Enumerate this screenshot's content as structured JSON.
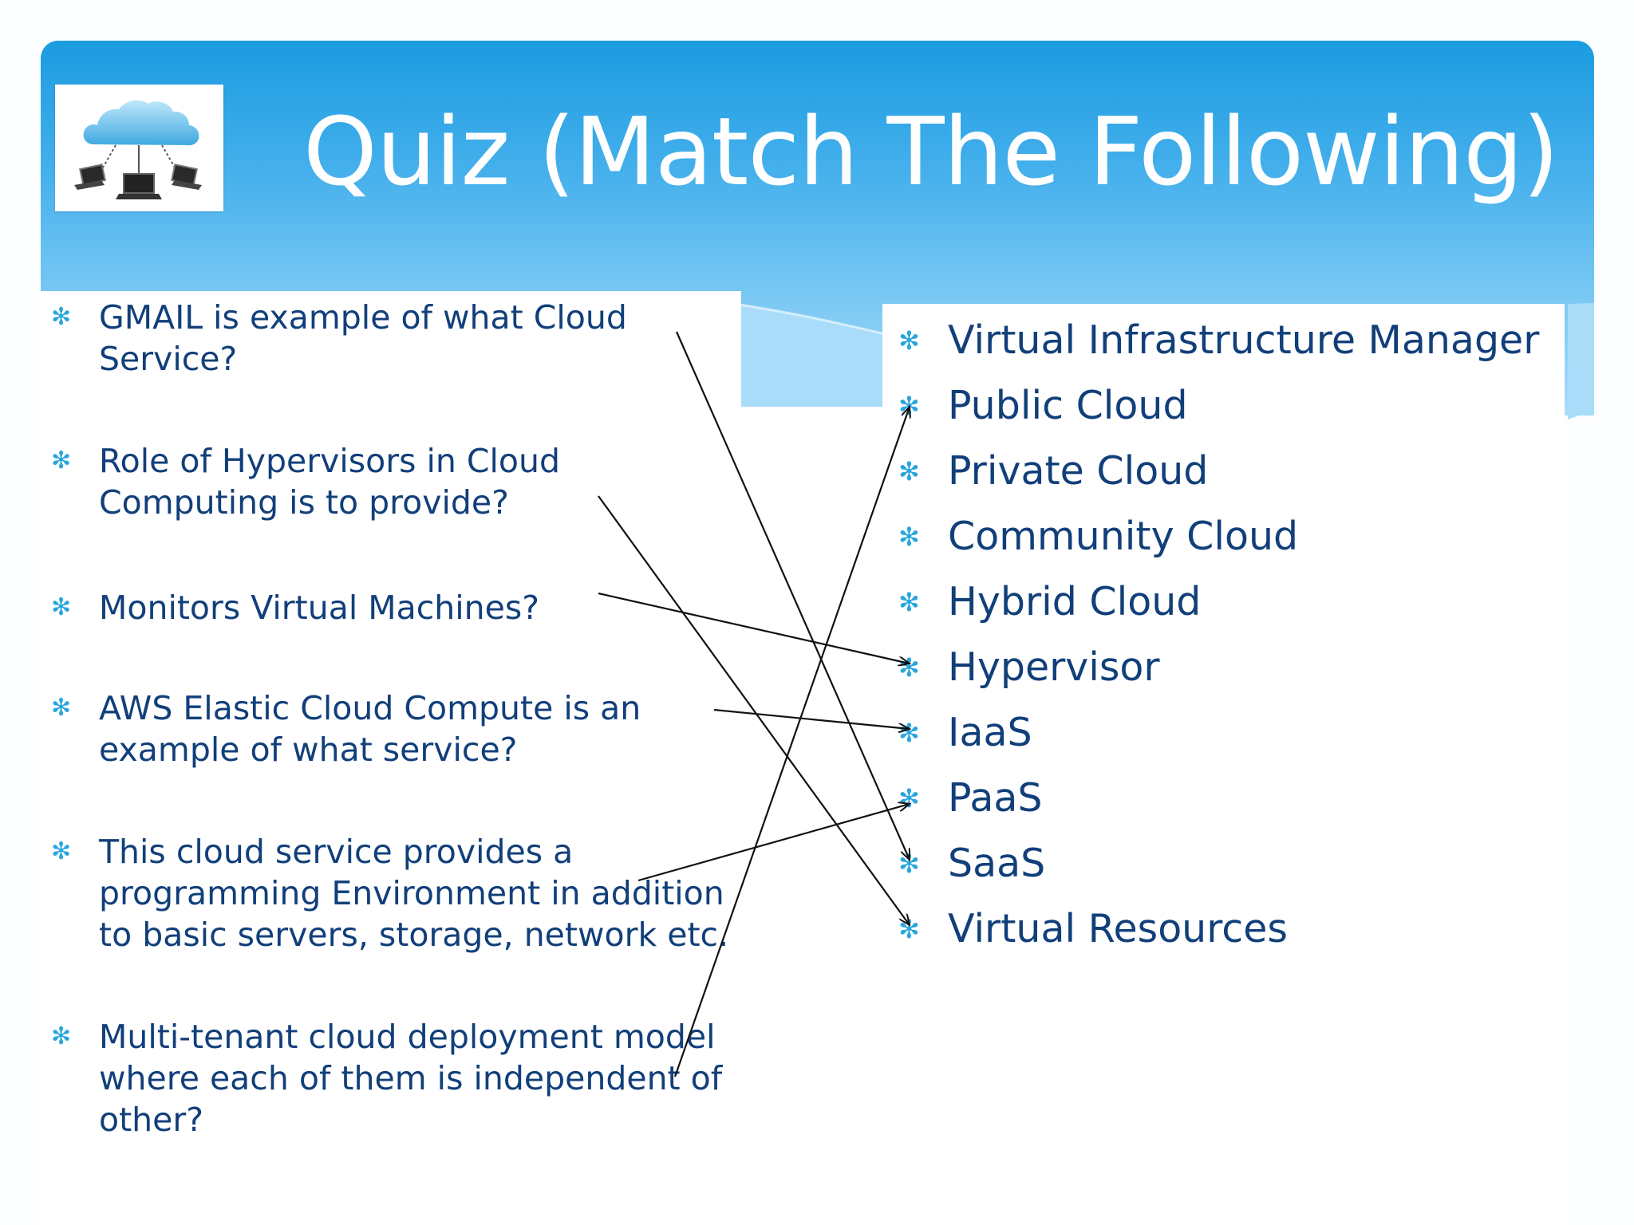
{
  "slide": {
    "title": "Quiz (Match The Following)",
    "logo_icon": "cloud-network-icon"
  },
  "questions": [
    {
      "text": "GMAIL is example of  what Cloud Service?"
    },
    {
      "text": "Role of Hypervisors in Cloud Computing is to provide?"
    },
    {
      "text": "Monitors Virtual Machines?"
    },
    {
      "text": "AWS Elastic Cloud Compute is an example of what service?"
    },
    {
      "text": "This cloud service provides a programming Environment in addition to basic servers, storage, network etc."
    },
    {
      "text": "Multi-tenant cloud deployment model where each of them is independent of other?"
    }
  ],
  "answers": [
    {
      "text": "Virtual Infrastructure Manager"
    },
    {
      "text": "Public Cloud"
    },
    {
      "text": "Private Cloud"
    },
    {
      "text": "Community Cloud"
    },
    {
      "text": "Hybrid Cloud"
    },
    {
      "text": "Hypervisor"
    },
    {
      "text": "IaaS"
    },
    {
      "text": "PaaS"
    },
    {
      "text": "SaaS"
    },
    {
      "text": "Virtual Resources"
    }
  ],
  "matches": [
    {
      "question": "GMAIL is example of  what Cloud Service?",
      "answer": "SaaS"
    },
    {
      "question": "Role of Hypervisors in Cloud Computing is to provide?",
      "answer": "Virtual Resources"
    },
    {
      "question": "Monitors Virtual Machines?",
      "answer": "Hypervisor"
    },
    {
      "question": "AWS Elastic Cloud Compute is an example of what service?",
      "answer": "IaaS"
    },
    {
      "question": "This cloud service provides a programming Environment in addition to basic servers, storage, network etc.",
      "answer": "PaaS"
    },
    {
      "question": "Multi-tenant cloud deployment model where each of them is independent of other?",
      "answer": "Public Cloud"
    }
  ],
  "colors": {
    "header_top": "#1b9be0",
    "header_bottom": "#a9dcf9",
    "text": "#113f7a",
    "bullet": "#27a6de",
    "arrow": "#111111"
  }
}
